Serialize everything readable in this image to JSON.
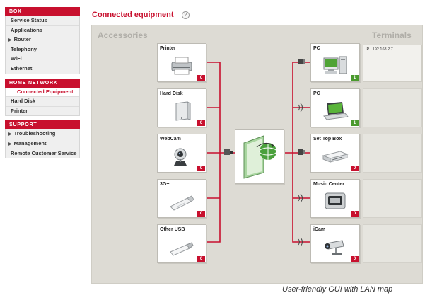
{
  "sidebar": {
    "box": {
      "header": "BOX",
      "items": [
        {
          "label": "Service Status"
        },
        {
          "label": "Applications"
        },
        {
          "label": "Router",
          "arrow": true
        },
        {
          "label": "Telephony"
        },
        {
          "label": "WiFi"
        },
        {
          "label": "Ethernet"
        }
      ]
    },
    "home_network": {
      "header": "HOME NETWORK",
      "items": [
        {
          "label": "Connected Equipment",
          "active": true
        },
        {
          "label": "Hard Disk"
        },
        {
          "label": "Printer"
        }
      ]
    },
    "support": {
      "header": "SUPPORT",
      "items": [
        {
          "label": "Troubleshooting",
          "arrow": true
        },
        {
          "label": "Management",
          "arrow": true
        },
        {
          "label": "Remote Customer Service"
        }
      ]
    }
  },
  "header": {
    "title": "Connected equipment",
    "help_icon": "help-icon"
  },
  "map": {
    "accessories_label": "Accessories",
    "terminals_label": "Terminals",
    "ip_text": "IP : 192.168.2.7",
    "accessories": [
      {
        "name": "Printer",
        "count": "0",
        "icon": "printer-icon"
      },
      {
        "name": "Hard Disk",
        "count": "0",
        "icon": "hard-disk-icon"
      },
      {
        "name": "WebCam",
        "count": "0",
        "icon": "webcam-icon"
      },
      {
        "name": "3G+",
        "count": "0",
        "icon": "usb-modem-icon"
      },
      {
        "name": "Other USB",
        "count": "0",
        "icon": "usb-stick-icon"
      }
    ],
    "terminals": [
      {
        "name": "PC",
        "count": "1",
        "icon": "desktop-pc-icon",
        "link": "ethernet"
      },
      {
        "name": "PC",
        "count": "1",
        "icon": "laptop-icon",
        "link": "wifi"
      },
      {
        "name": "Set Top Box",
        "count": "0",
        "icon": "set-top-box-icon",
        "link": "ethernet"
      },
      {
        "name": "Music Center",
        "count": "0",
        "icon": "music-center-icon",
        "link": "wifi"
      },
      {
        "name": "iCam",
        "count": "0",
        "icon": "ip-camera-icon",
        "link": "wifi"
      }
    ]
  },
  "colors": {
    "accent": "#c8102e",
    "badge_active": "#4a9a2e",
    "badge_zero": "#c8102e"
  },
  "caption": "User-friendly GUI with LAN map"
}
